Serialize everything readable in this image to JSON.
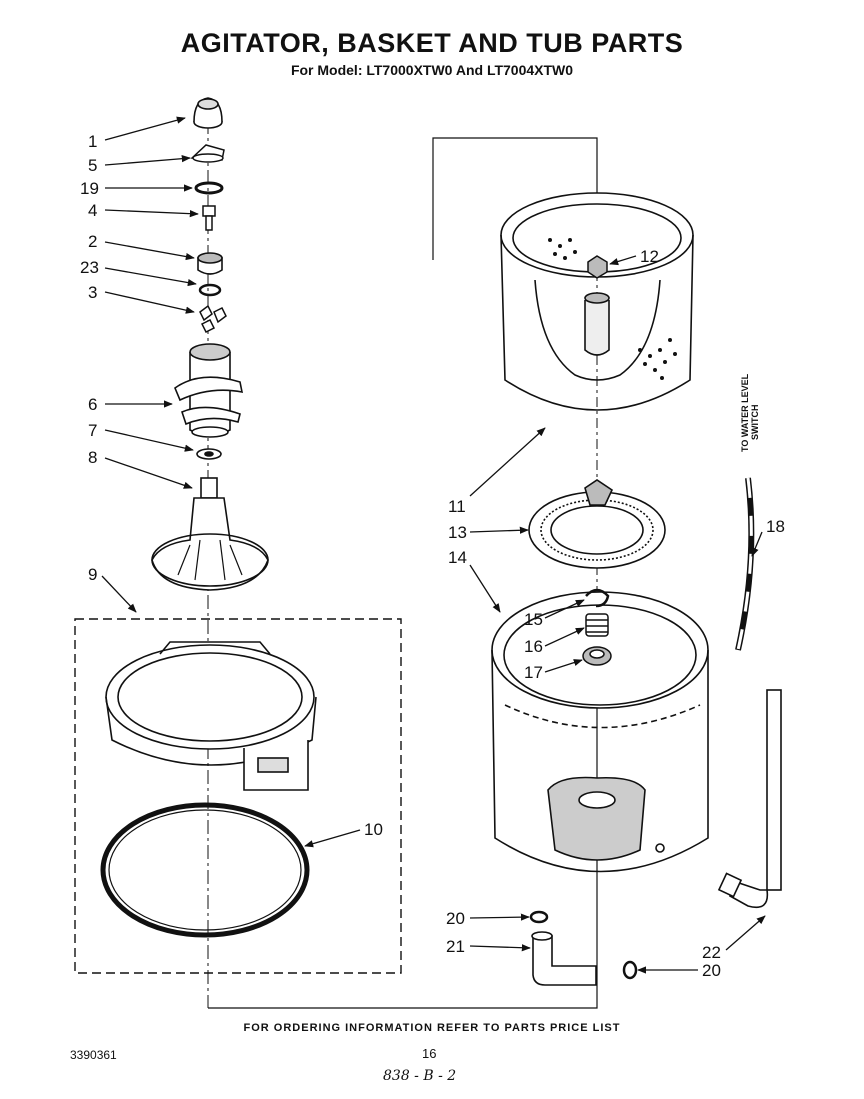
{
  "header": {
    "title": "AGITATOR, BASKET AND TUB PARTS",
    "subtitle": "For Model: LT7000XTW0 And LT7004XTW0"
  },
  "side_note": {
    "line1": "TO WATER LEVEL",
    "line2": "SWITCH"
  },
  "callouts": [
    {
      "id": "c1",
      "label": "1"
    },
    {
      "id": "c5",
      "label": "5"
    },
    {
      "id": "c19",
      "label": "19"
    },
    {
      "id": "c4",
      "label": "4"
    },
    {
      "id": "c2",
      "label": "2"
    },
    {
      "id": "c23",
      "label": "23"
    },
    {
      "id": "c3",
      "label": "3"
    },
    {
      "id": "c6",
      "label": "6"
    },
    {
      "id": "c7",
      "label": "7"
    },
    {
      "id": "c8",
      "label": "8"
    },
    {
      "id": "c9",
      "label": "9"
    },
    {
      "id": "c10",
      "label": "10"
    },
    {
      "id": "c12",
      "label": "12"
    },
    {
      "id": "c11",
      "label": "11"
    },
    {
      "id": "c13",
      "label": "13"
    },
    {
      "id": "c14",
      "label": "14"
    },
    {
      "id": "c18",
      "label": "18"
    },
    {
      "id": "c15",
      "label": "15"
    },
    {
      "id": "c16",
      "label": "16"
    },
    {
      "id": "c17",
      "label": "17"
    },
    {
      "id": "c20a",
      "label": "20"
    },
    {
      "id": "c21",
      "label": "21"
    },
    {
      "id": "c22",
      "label": "22"
    },
    {
      "id": "c20b",
      "label": "20"
    }
  ],
  "footer": {
    "ordering_note": "FOR ORDERING INFORMATION REFER TO PARTS PRICE LIST",
    "document_number": "3390361",
    "page_number": "16",
    "handwritten": "838 - B - 2"
  }
}
